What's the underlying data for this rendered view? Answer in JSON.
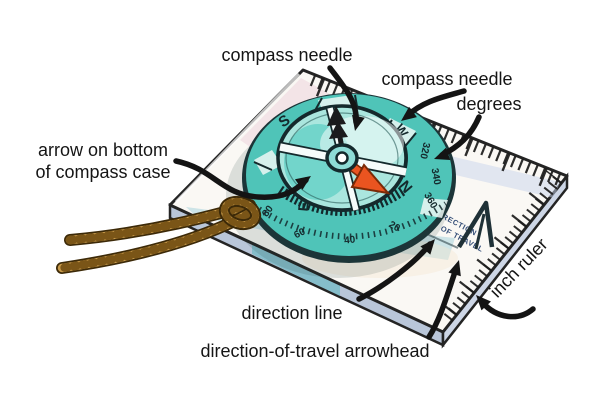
{
  "labels": {
    "compass_needle_top": "compass needle",
    "compass_needle_right": "compass needle",
    "degrees": "degrees",
    "arrow_on_bottom_1": "arrow on bottom",
    "arrow_on_bottom_2": "of compass case",
    "direction_line": "direction line",
    "direction_of_travel_arrowhead": "direction-of-travel arrowhead",
    "inch_ruler": "inch ruler"
  },
  "dial": {
    "cardinals": {
      "n": "N",
      "e": "E",
      "s": "S",
      "w": "W"
    },
    "degrees": {
      "d20": "20",
      "d40": "40",
      "d60": "60",
      "d80": "80",
      "d320": "320",
      "d340": "340",
      "d360": "360"
    },
    "engraving": {
      "line1": "DIRECTION",
      "line2": "OF TRAVEL"
    }
  },
  "colors": {
    "bezel_teal": "#4fc4b8",
    "capsule_aqua": "#aae6de",
    "needle_dark": "#1b1b1d",
    "needle_orange": "#ea5420",
    "rope_tan": "#c89a4a",
    "plate": "#faf8f4",
    "ink": "#151515"
  }
}
